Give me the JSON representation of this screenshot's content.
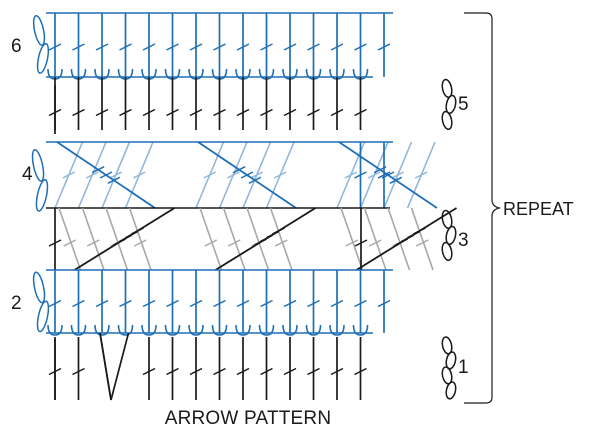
{
  "diagram": {
    "title": "ARROW PATTERN",
    "repeat_label": "REPEAT",
    "row_labels": {
      "row1": "1",
      "row2": "2",
      "row3": "3",
      "row4": "4",
      "row5": "5",
      "row6": "6"
    },
    "stitch_columns": 15,
    "arrow_motifs": 3,
    "colors": {
      "odd_rows": "#1a1a1a",
      "even_rows": "#1f6fb5",
      "row4_light": "#8fb6dc",
      "row3_light": "#a8a8a8"
    }
  }
}
